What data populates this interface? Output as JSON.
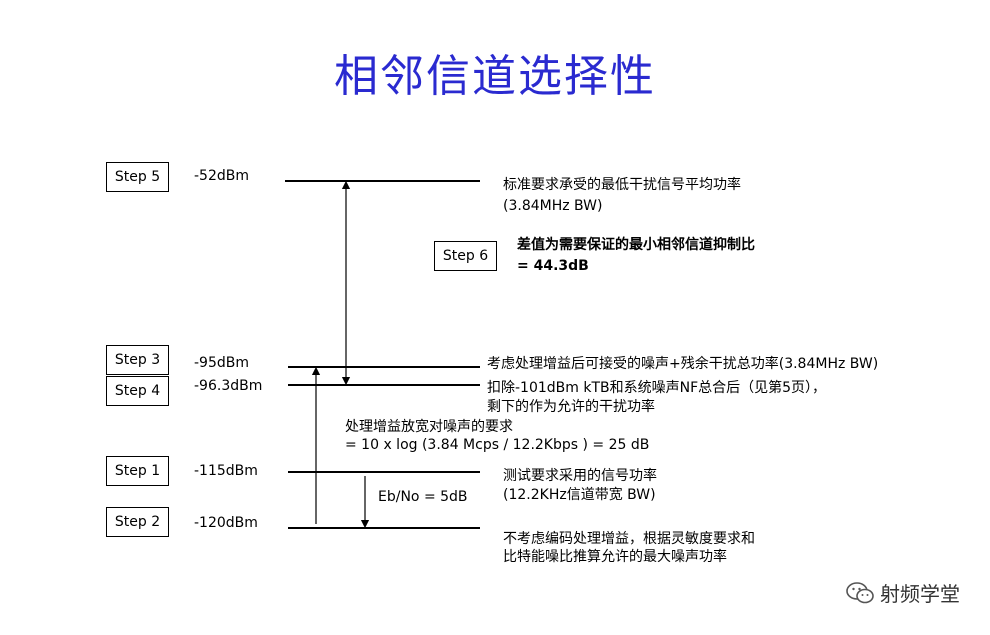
{
  "title": "相邻信道选择性",
  "steps": {
    "step5": "Step 5",
    "step6": "Step 6",
    "step3": "Step 3",
    "step4": "Step 4",
    "step1": "Step 1",
    "step2": "Step 2"
  },
  "levels": {
    "l52": "-52dBm",
    "l95": "-95dBm",
    "l963": "-96.3dBm",
    "l115": "-115dBm",
    "l120": "-120dBm"
  },
  "descriptions": {
    "d52_line1": "标准要求承受的最低干扰信号平均功率",
    "d52_line2": "(3.84MHz BW)",
    "d6_line1": "差值为需要保证的最小相邻信道抑制比",
    "d6_line2": "= 44.3dB",
    "d95": "考虑处理增益后可接受的噪声+残余干扰总功率(3.84MHz BW)",
    "d963_line1": "扣除-101dBm kTB和系统噪声NF总合后（见第5页），",
    "d963_line2": "剩下的作为允许的干扰功率",
    "gain_line1": "处理增益放宽对噪声的要求",
    "gain_line2": "= 10  x log  (3.84 Mcps  / 12.2Kbps ) = 25 dB",
    "d115_line1": "测试要求采用的信号功率",
    "d115_line2": "(12.2KHz信道带宽 BW)",
    "ebno": "Eb/No = 5dB",
    "d120_line1": "不考虑编码处理增益，根据灵敏度要求和",
    "d120_line2": "比特能噪比推算允许的最大噪声功率"
  },
  "watermark": "射频学堂",
  "colors": {
    "title": "#2a2ad0"
  }
}
